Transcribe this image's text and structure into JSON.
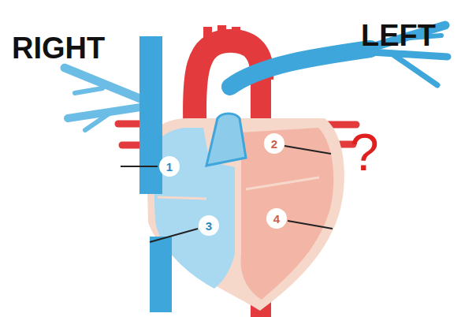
{
  "diagram": {
    "nodes": [
      {
        "text": [
          "1"
        ]
      },
      {
        "text": [
          "2"
        ]
      },
      {
        "text": [
          "3"
        ]
      },
      {
        "text": [
          "4"
        ]
      }
    ],
    "labels": [
      "RIGHT",
      "LEFT",
      "?"
    ]
  }
}
